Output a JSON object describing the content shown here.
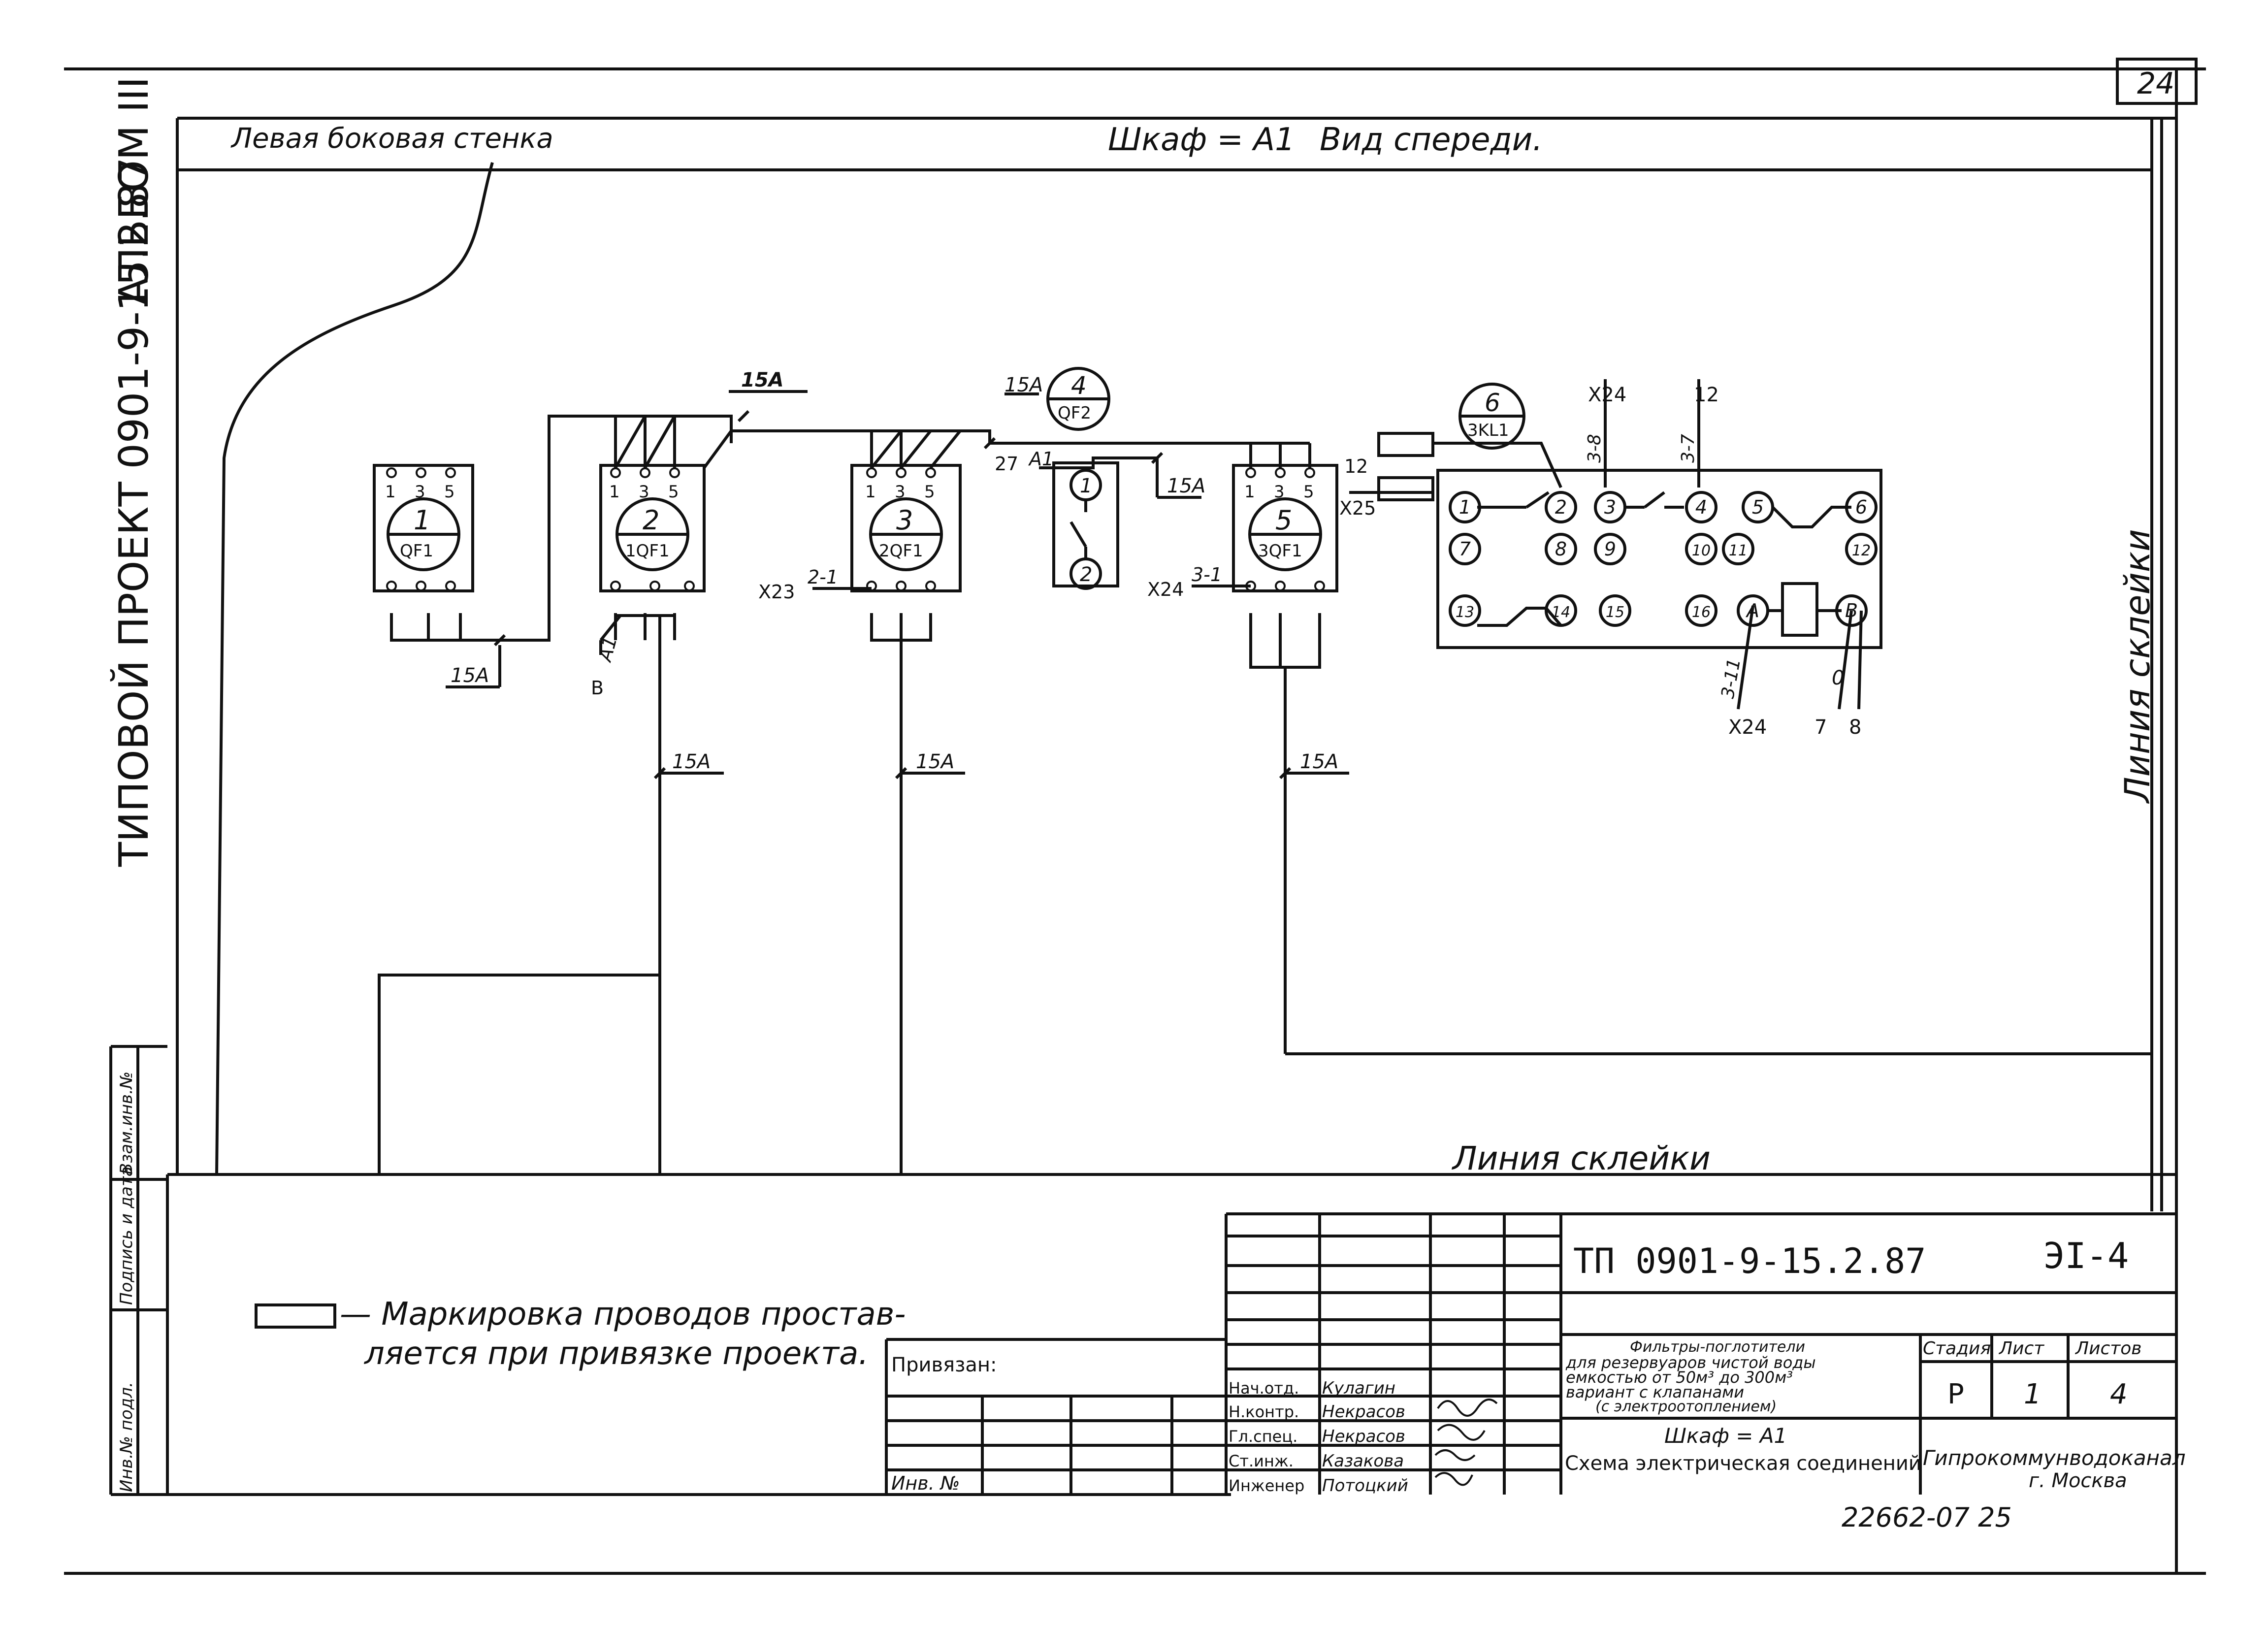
{
  "sheet_number": "24",
  "header": {
    "left_label": "Левая боковая стенка",
    "center_label": "Шкаф = А1",
    "view_label": "Вид спереди."
  },
  "side_labels": {
    "album": "АЛЬБОМ III",
    "project": "ТИПОВОЙ ПРОЕКТ 0901-9-15.2.87",
    "glue_line_vertical": "Линия склейки",
    "glue_line_horizontal": "Линия склейки"
  },
  "devices": {
    "d1": {
      "num": "1",
      "code": "QF1",
      "pins_top": [
        "1",
        "3",
        "5"
      ]
    },
    "d2": {
      "num": "2",
      "code": "1QF1",
      "pins_top": [
        "1",
        "3",
        "5"
      ]
    },
    "d3": {
      "num": "3",
      "code": "2QF1",
      "pins_top": [
        "1",
        "3",
        "5"
      ]
    },
    "d4": {
      "num": "4",
      "code": "QF2"
    },
    "d5": {
      "num": "5",
      "code": "3QF1",
      "pins_top": [
        "1",
        "3",
        "5"
      ]
    },
    "d6": {
      "num": "6",
      "code": "3KL1"
    }
  },
  "wire_labels": {
    "w15a_top": "15А",
    "w15a_qf2": "15А",
    "w15a_mid": "15А",
    "w15a_left": "15А",
    "w15a_d2": "15А",
    "w15a_d3": "15А",
    "w15a_d5": "15А",
    "w27": "27",
    "wA1": "А1",
    "wX23": "X23",
    "w2_1": "2-1",
    "wX24a": "X24",
    "w3_1": "3-1",
    "w_a1_vert": "А1",
    "w_b": "В",
    "w12": "12",
    "wX25": "X25",
    "wX24_top": "X24",
    "w3_8": "3-8",
    "w3_7": "3-7",
    "w12b": "12",
    "w3_11": "3-11",
    "wX24_bot": "X24",
    "w0": "0",
    "w7": "7",
    "w8": "8"
  },
  "relay_terminals": [
    "1",
    "2",
    "3",
    "4",
    "5",
    "6",
    "7",
    "8",
    "9",
    "10",
    "11",
    "12",
    "13",
    "14",
    "15",
    "16",
    "А",
    "В"
  ],
  "aux_contact": {
    "top": "1",
    "bottom": "2"
  },
  "legend": {
    "line1": "— Маркировка проводов простав-",
    "line2": "ляется при привязке проекта."
  },
  "title_block": {
    "doc_code": "ТП 0901-9-15.2.87",
    "sheet_code": "ЭI-4",
    "description_lines": [
      "Фильтры-поглотители",
      "для резервуаров чистой воды",
      "емкостью от 50м³ до 300м³",
      "вариант с клапанами",
      "(с электроотоплением)"
    ],
    "stage_header": "Стадия",
    "sheet_header": "Лист",
    "sheets_header": "Листов",
    "stage": "Р",
    "sheet": "1",
    "sheets": "4",
    "drawing_title_1": "Шкаф = А1",
    "drawing_title_2": "Схема электрическая соединений",
    "organization_1": "Гипрокоммунводоканал",
    "organization_2": "г. Москва",
    "privyazan": "Привязан:",
    "inv_no": "Инв. №",
    "staff": [
      {
        "role": "Нач.отд.",
        "name": "Кулагин"
      },
      {
        "role": "Н.контр.",
        "name": "Некрасов"
      },
      {
        "role": "Гл.спец.",
        "name": "Некрасов"
      },
      {
        "role": "Ст.инж.",
        "name": "Казакова"
      },
      {
        "role": "Инженер",
        "name": "Потоцкий"
      }
    ],
    "archive_number": "22662-07 25"
  },
  "margin_stamps": [
    "Инв.№ подл.",
    "Подпись и дата",
    "Взам.инв.№"
  ]
}
